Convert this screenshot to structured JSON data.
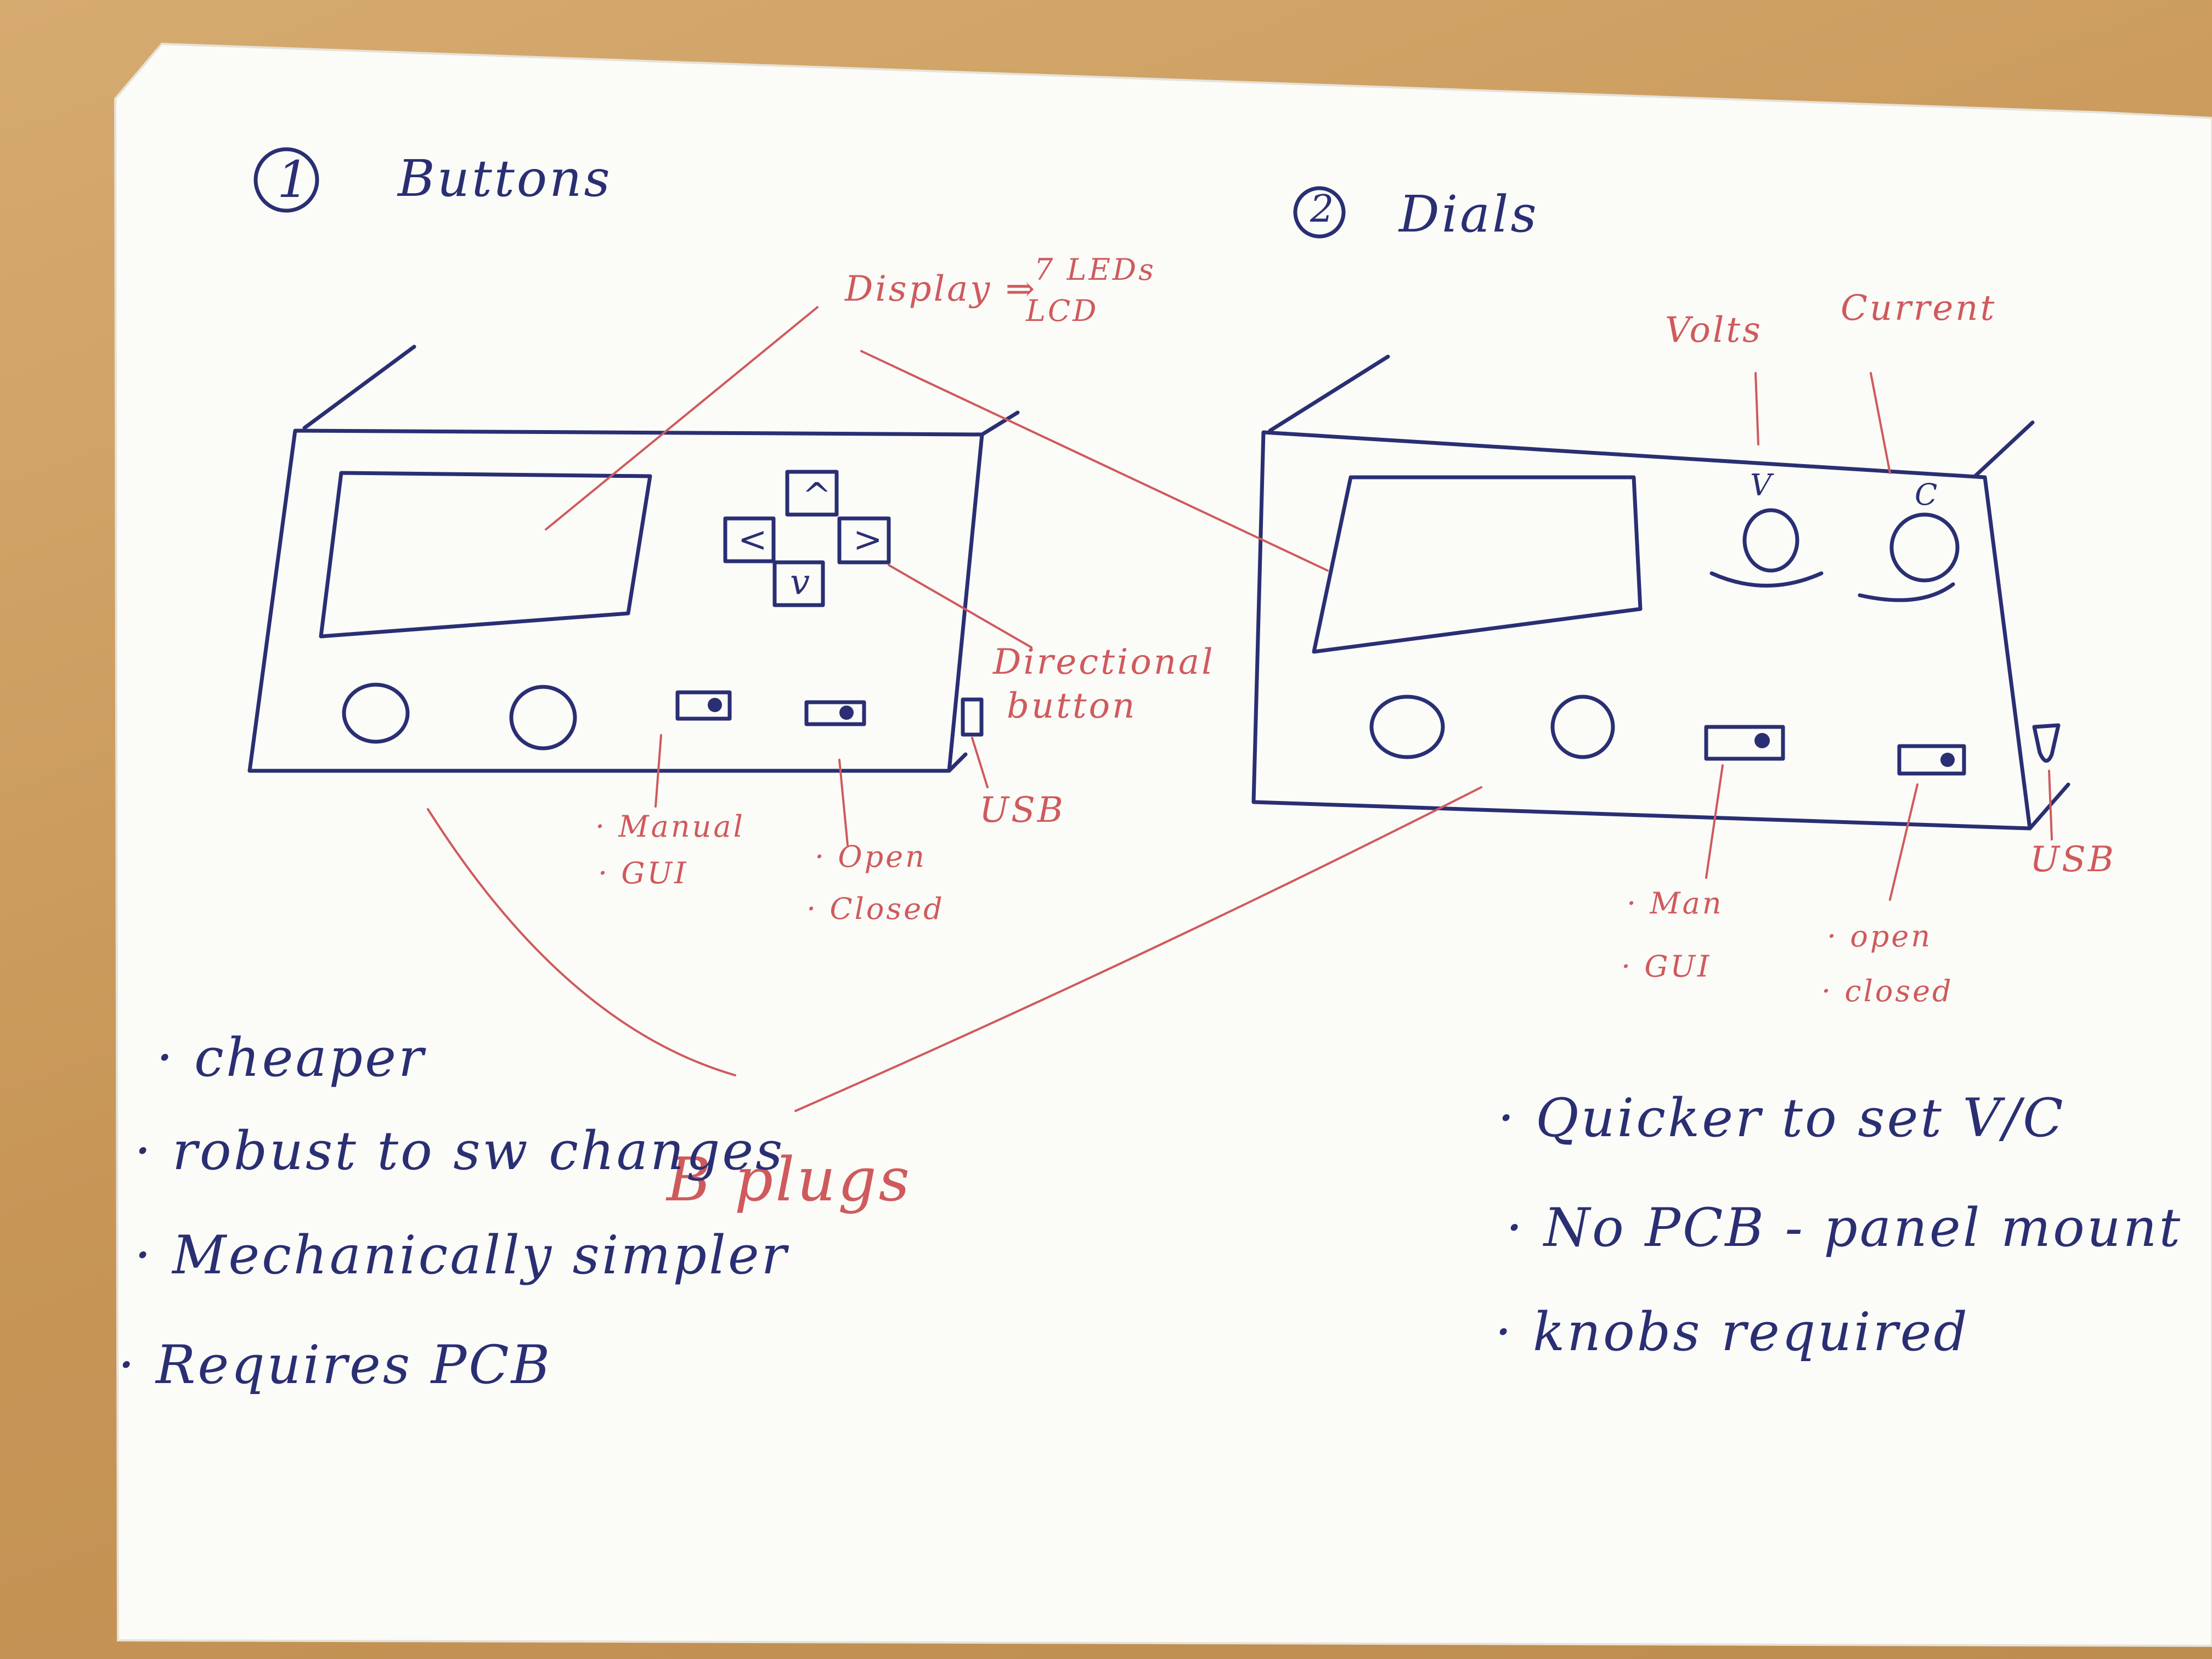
{
  "sketch": {
    "option1": {
      "number": "1",
      "title": "Buttons",
      "display_note": "Display ⇒",
      "display_options": [
        "7 LEDs",
        "LCD"
      ],
      "arrow_keys": [
        "^",
        "<",
        ">",
        "v"
      ],
      "directional_label": [
        "Directional",
        "button"
      ],
      "switch1_labels": [
        "· Manual",
        "· GUI"
      ],
      "switch2_labels": [
        "· Open",
        "· Closed"
      ],
      "usb_label": "USB",
      "notes": [
        "· cheaper",
        "· robust to sw changes",
        "· Mechanically simpler",
        "· Requires PCB"
      ]
    },
    "option2": {
      "number": "2",
      "title": "Dials",
      "volts_label": "Volts",
      "current_label": "Current",
      "dial_marks": [
        "V",
        "C"
      ],
      "switch1_labels": [
        "· Man",
        "· GUI"
      ],
      "switch2_labels": [
        "· open",
        "· closed"
      ],
      "usb_label": "USB",
      "notes": [
        "· Quicker to set V/C",
        "· No PCB - panel mount",
        "· knobs required"
      ]
    },
    "shared_note": "B plugs",
    "colors": {
      "table": "#c99a5f",
      "paper": "#fbfbf8",
      "blue_ink": "#2a2f73",
      "red_ink": "#cf5a5c"
    }
  }
}
